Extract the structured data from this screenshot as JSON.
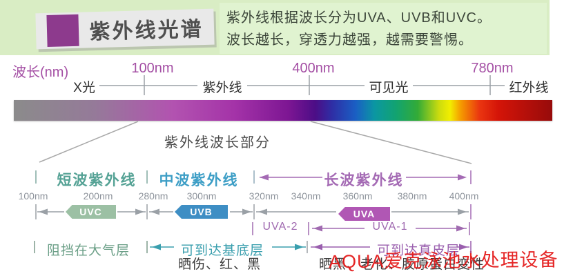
{
  "header": {
    "title": "紫外线光谱",
    "description_line1": "紫外线根据波长分为UVA、UVB和UVC。",
    "description_line2": "波长越长，穿透力越强，越需要警惕。"
  },
  "top_axis": {
    "axis_label": "波长(nm)",
    "ticks": [
      "100nm",
      "400nm",
      "780nm"
    ],
    "bands": [
      "X光",
      "紫外线",
      "可见光",
      "红外线"
    ]
  },
  "spectrum": {
    "caption": "紫外线波长部分"
  },
  "uv_scale": {
    "band_labels": [
      {
        "label": "短波紫外线",
        "color": "#55a295"
      },
      {
        "label": "中波紫外线",
        "color": "#3d9ec6"
      },
      {
        "label": "长波紫外线",
        "color": "#a46ab4"
      }
    ],
    "ticks": [
      "100nm",
      "200nm",
      "280nm",
      "300nm",
      "320nm",
      "340nm",
      "360nm",
      "380nm",
      "400nm"
    ],
    "badges": [
      {
        "label": "UVC",
        "color": "#9cc0a4"
      },
      {
        "label": "UVB",
        "color": "#3e8ec4"
      },
      {
        "label": "UVA",
        "color": "#b057b4"
      }
    ],
    "sub_bands": [
      "UVA-2",
      "UVA-1"
    ]
  },
  "effects": {
    "uvc": "阻挡在大气层",
    "uvb": "可到达基底层",
    "uvb_detail": "晒伤、红、黑",
    "uva": "可到达真皮层",
    "uva_detail": "晒黑、老化、胶原蛋白变性"
  },
  "watermark": "AQUA爱克泳池水处理设备",
  "colors": {
    "header_band": "#d9edc4",
    "title_square": "#8d3a8d",
    "wavelength_text": "#a44fa4",
    "watermark_red": "#e31414"
  }
}
